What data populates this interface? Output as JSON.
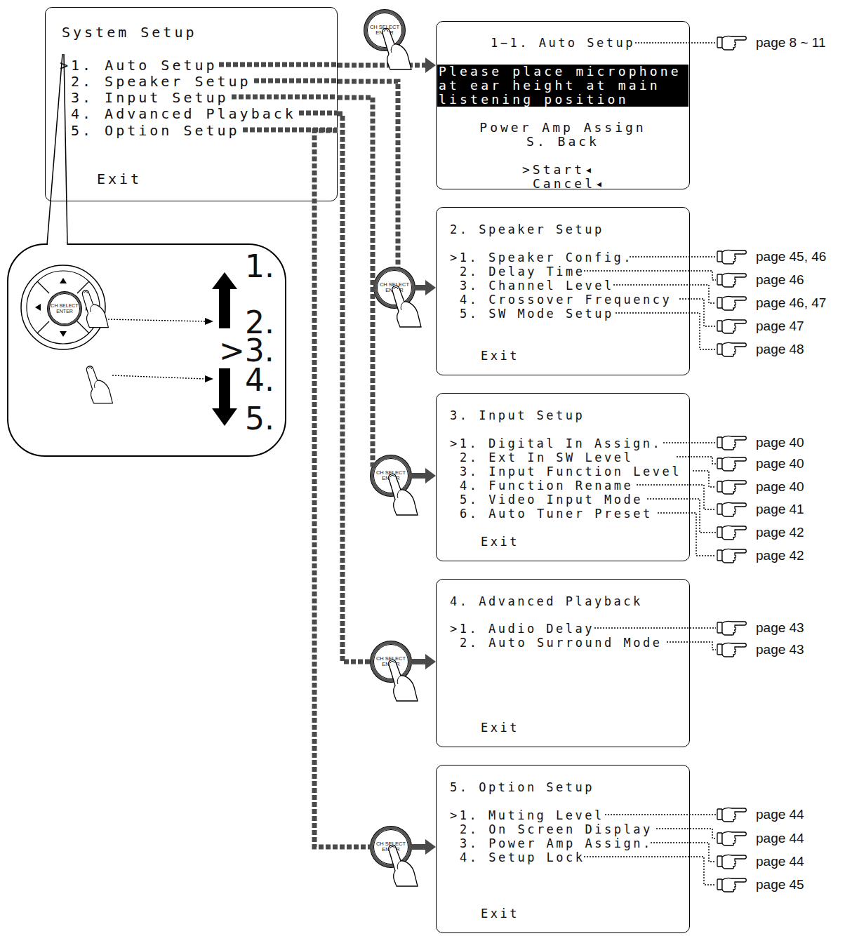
{
  "diagram": {
    "nodes": [
      {
        "text": [
          "System Setup",
          ">1. Auto Setup",
          "2. Speaker Setup",
          "3. Input Setup",
          "4. Advanced Playback",
          "5. Option Setup",
          "Exit"
        ]
      },
      {
        "text": [
          "1−1. Auto Setup",
          "Please place microphone at ear height at main listening position",
          "Power Amp Assign",
          "S. Back",
          ">Start◂",
          "Cancel◂"
        ]
      },
      {
        "text": [
          "2. Speaker Setup",
          ">1. Speaker Config.",
          "2. Delay Time",
          "3. Channel Level",
          "4. Crossover Frequency",
          "5. SW Mode Setup",
          "Exit"
        ]
      },
      {
        "text": [
          "3. Input Setup",
          ">1. Digital In Assign.",
          "2. Ext In SW Level",
          "3. Input Function Level",
          "4. Function Rename",
          "5. Video Input Mode",
          "6. Auto Tuner Preset",
          "Exit"
        ]
      },
      {
        "text": [
          "4. Advanced Playback",
          ">1. Audio Delay",
          "2. Auto Surround Mode",
          "Exit"
        ]
      },
      {
        "text": [
          "5. Option Setup",
          ">1. Muting Level",
          "2. On Screen Display",
          "3. Power Amp Assign.",
          "4. Setup Lock",
          "Exit"
        ]
      },
      {
        "text": [
          "1.",
          "2.",
          ">3.",
          "4.",
          "5."
        ]
      },
      {
        "text": [
          "CH SELECT ENTER"
        ]
      },
      {
        "text": [
          "CH SELECT ENTER"
        ]
      },
      {
        "text": [
          "CH SELECT ENTER"
        ]
      },
      {
        "text": [
          "CH SELECT ENTER"
        ]
      },
      {
        "text": [
          "CH SELECT ENTER"
        ]
      },
      {
        "text": [
          "CH SELECT ENTER"
        ],
        "in": 6
      }
    ],
    "edges": [
      {
        "from": 0,
        "to": 1,
        "arrow": "to"
      },
      {
        "from": 0,
        "to": 8,
        "arrow": "none"
      },
      {
        "from": 8,
        "to": 2,
        "arrow": "to"
      },
      {
        "from": 0,
        "to": 9,
        "arrow": "none"
      },
      {
        "from": 9,
        "to": 3,
        "arrow": "to"
      },
      {
        "from": 0,
        "to": 10,
        "arrow": "none"
      },
      {
        "from": 10,
        "to": 4,
        "arrow": "to"
      },
      {
        "from": 0,
        "to": 11,
        "arrow": "none"
      },
      {
        "from": 11,
        "to": 5,
        "arrow": "to"
      }
    ],
    "labels": [
      "page 8 ~ 11",
      "page 45, 46",
      "page 46",
      "page 46, 47",
      "page 47",
      "page 48",
      "page 40",
      "page 40",
      "page 40",
      "page 41",
      "page 42",
      "page 42",
      "page 43",
      "page 43",
      "page 44",
      "page 44",
      "page 44",
      "page 45"
    ]
  }
}
